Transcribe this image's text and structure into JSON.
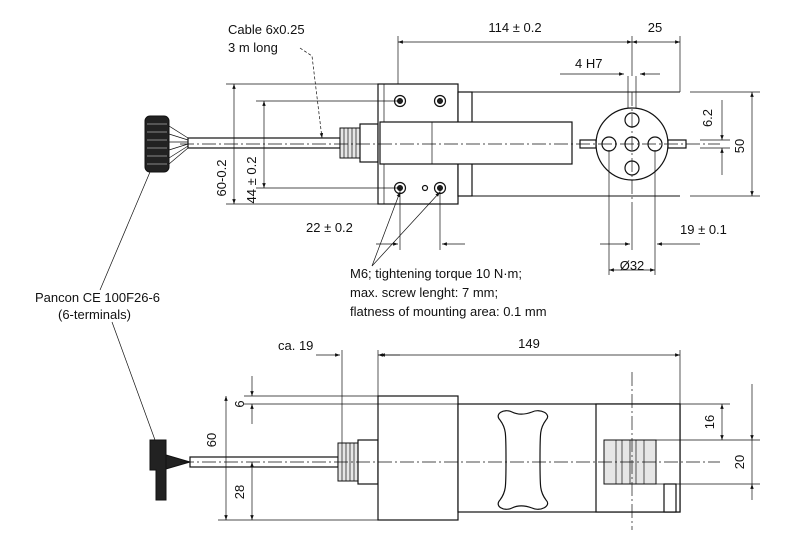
{
  "labels": {
    "cable": "Cable 6x0.25",
    "cable_length": "3 m long",
    "connector": "Pancon CE 100F26-6",
    "connector_terminals": "(6-terminals)",
    "note_line1": "M6; tightening torque 10 N·m;",
    "note_line2": "max. screw lenght: 7 mm;",
    "note_line3": "flatness of mounting area: 0.1 mm"
  },
  "dimensions": {
    "top_length": "114 ± 0.2",
    "top_25": "25",
    "hole_4h7": "4 H7",
    "dim_6_2": "6.2",
    "dim_50": "50",
    "dim_60": "60-0.2",
    "dim_44": "44 ± 0.2",
    "dim_22": "22 ± 0.2",
    "dim_19": "19 ± 0.1",
    "dim_32": "Ø32",
    "side_ca19": "ca. 19",
    "side_149": "149",
    "side_6": "6",
    "side_60": "60",
    "side_28": "28",
    "side_16": "16",
    "side_20": "20"
  }
}
